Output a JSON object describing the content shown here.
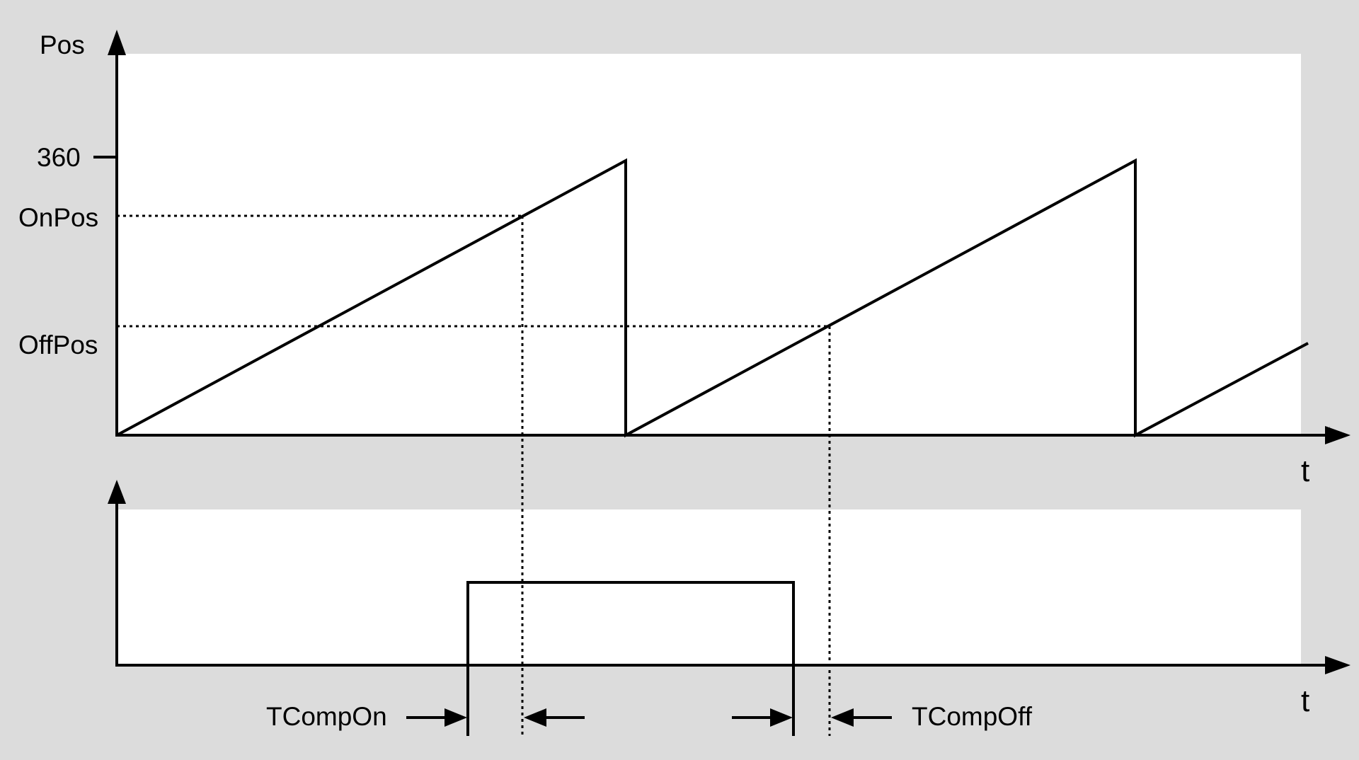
{
  "labels": {
    "y_axis": "Pos",
    "tick_360": "360",
    "on_pos": "OnPos",
    "off_pos": "OffPos",
    "t_top": "t",
    "t_bottom": "t",
    "tcomp_on": "TCompOn",
    "tcomp_off": "TCompOff"
  },
  "colors": {
    "background": "#dcdcdc",
    "panel": "#ffffff",
    "stroke": "#000000"
  }
}
